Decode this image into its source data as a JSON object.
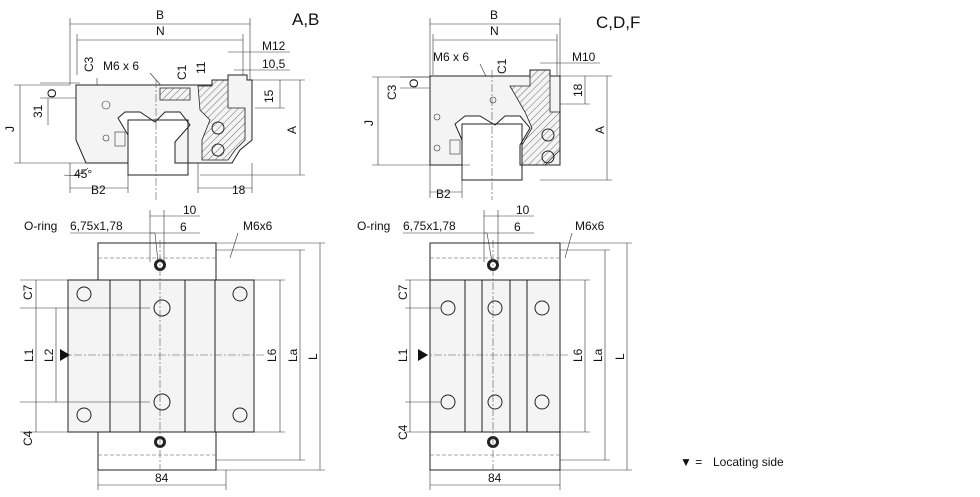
{
  "variants": {
    "left": "A,B",
    "right": "C,D,F"
  },
  "front_left": {
    "B": "B",
    "N": "N",
    "M_thread": "M12",
    "M_thread_depth": "10,5",
    "C3": "C3",
    "C1": "C1",
    "dim_11": "11",
    "M6x6": "M6 x 6",
    "O": "O",
    "J": "J",
    "dim_31": "31",
    "dim_15": "15",
    "A": "A",
    "angle": "45°",
    "B2": "B2",
    "dim_18": "18"
  },
  "front_right": {
    "B": "B",
    "N": "N",
    "M_thread": "M10",
    "M6x6": "M6 x 6",
    "C1": "C1",
    "C3": "C3",
    "O": "O",
    "dim_18": "18",
    "J": "J",
    "A": "A",
    "B2": "B2"
  },
  "top_left": {
    "oring": "O-ring",
    "oring_size": "6,75x1,78",
    "dim_10": "10",
    "dim_6": "6",
    "M6x6": "M6x6",
    "C7": "C7",
    "L1": "L1",
    "L2": "L2",
    "C4": "C4",
    "L6": "L6",
    "La": "La",
    "L": "L",
    "width": "84"
  },
  "top_right": {
    "oring": "O-ring",
    "oring_size": "6,75x1,78",
    "dim_10": "10",
    "dim_6": "6",
    "M6x6": "M6x6",
    "C7": "C7",
    "L1": "L1",
    "C4": "C4",
    "L6": "L6",
    "La": "La",
    "L": "L",
    "width": "84"
  },
  "legend": {
    "symbol": "▼ =",
    "text": "Locating side"
  }
}
